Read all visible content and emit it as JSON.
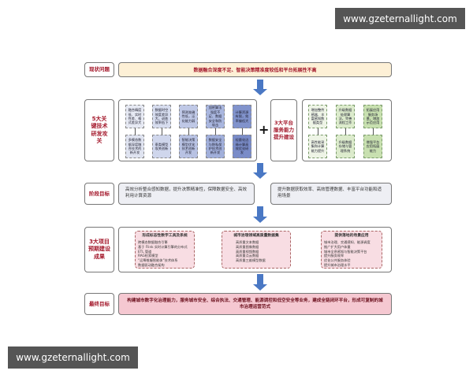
{
  "watermark": "www.gzeternallight.com",
  "rows": {
    "status": {
      "label": "现状问题",
      "text": "数据融合深度不足、智能决策精准度较低和平台拓展性不高"
    },
    "tech": {
      "label": "5大关键技术研发攻关",
      "columns": [
        {
          "top": "融合精度低、实时性差、格式差异大",
          "bottom": "多模态数据深度融合技术的新开发"
        },
        {
          "top": "数据时空效度差异大，训练效率低下",
          "bottom": "垂类模型攻关创新"
        },
        {
          "top": "预测准确性低，泛化能力弱",
          "bottom": "智能决策模型优化技术创新开发"
        },
        {
          "top": "加密算法强度不足、数据安全和防攻击",
          "bottom": "数据安全与隐私保护技术创新开发"
        },
        {
          "top": "计算资源有限，效率偏低大",
          "bottom": "轻量化边缘计算高效优化研发"
        }
      ],
      "plus": "+",
      "platform_label": "3大平台服务能力提升建设",
      "platform_columns": [
        {
          "top": "增加整传感器、丰富感知数据类型",
          "bottom": "高性能采集和计算能力提升"
        },
        {
          "top": "升级数据处理算法，完善流程工作",
          "bottom": "升级数据存储与管理系统"
        },
        {
          "top": "拓展应用服务场景，增加示范应用",
          "bottom": "增强平台应用拓展能力"
        }
      ]
    },
    "stage": {
      "label": "阶段目标",
      "left": "高效分析整合感知数据，提升决策精准性，保障数据安全、高效利用计算资源",
      "right": "提升数据获取效率、高效管理数据、丰富平台功能和适用场景"
    },
    "results": {
      "label": "3大项目预期建设成果",
      "groups": [
        {
          "title": "形成标志性数字工具及系统",
          "items": [
            "跨模态数据融合引擎",
            "基于 Flink 实时计算引擎的分布式 ETL 管道",
            "RAG检索模型",
            "“运筹帷幄智能体”技术体系",
            "数据驱动融合架构"
          ]
        },
        {
          "title": "城市治理领域高质量数据集",
          "items": [
            "高质量文本数据",
            "高质量图像数据",
            "高质量视频数据",
            "高质量点云数据",
            "高质量三维模型数据"
          ]
        },
        {
          "title": "提供落地的场景应用",
          "items": [
            "城市治理、交通感知、能源调度",
            "推广扩大用户体量",
            "城市全息感知与智能决策平台",
            "提升服务效率",
            "优化公共服务体验",
            "提升城市治理水平"
          ]
        }
      ]
    },
    "final": {
      "label": "最终目标",
      "text": "构建城市数字化治理能力，服务城市安全、综合执法、交通管理、能源调控和低空安全等业务，建成全链闭环平台，形成可复制的城市治理运营范式"
    }
  },
  "colors": {
    "accent_red": "#a3172a",
    "arrow": "#4a78c4",
    "status_bg": "#fdf0d6",
    "final_bg": "#f5c8d1",
    "results_bg": "#f8dde3"
  }
}
